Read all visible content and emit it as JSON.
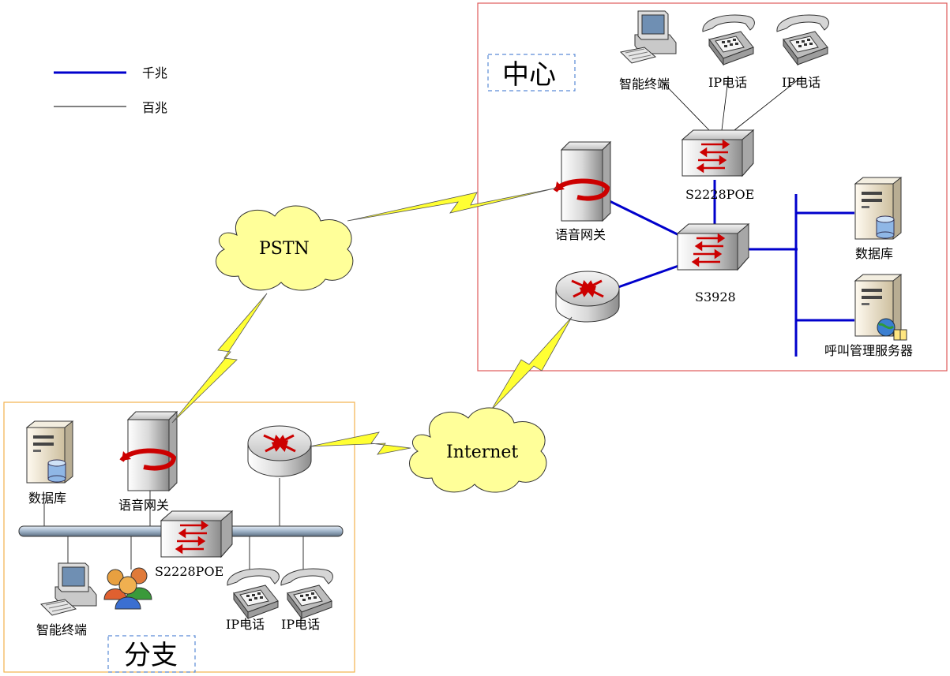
{
  "legend": {
    "gigabit": "千兆",
    "fast_ethernet": "百兆"
  },
  "center": {
    "title": "中心",
    "terminal_label": "智能终端",
    "ip_phone_1_label": "IP电话",
    "ip_phone_2_label": "IP电话",
    "access_switch_label": "S2228POE",
    "voice_gateway_label": "语音网关",
    "core_switch_label": "S3928",
    "database_label": "数据库",
    "call_server_label": "呼叫管理服务器"
  },
  "clouds": {
    "pstn": "PSTN",
    "internet": "Internet"
  },
  "branch": {
    "title": "分支",
    "database_label": "数据库",
    "voice_gateway_label": "语音网关",
    "switch_label": "S2228POE",
    "terminal_label": "智能终端",
    "ip_phone_1_label": "IP电话",
    "ip_phone_2_label": "IP电话"
  },
  "colors": {
    "gigabit_line": "#0000cc",
    "center_border": "#e05a5a",
    "branch_border": "#f2b24d",
    "cloud_fill": "#ffff99",
    "bolt_fill": "#ffff33",
    "arrow_red": "#cc0000"
  }
}
